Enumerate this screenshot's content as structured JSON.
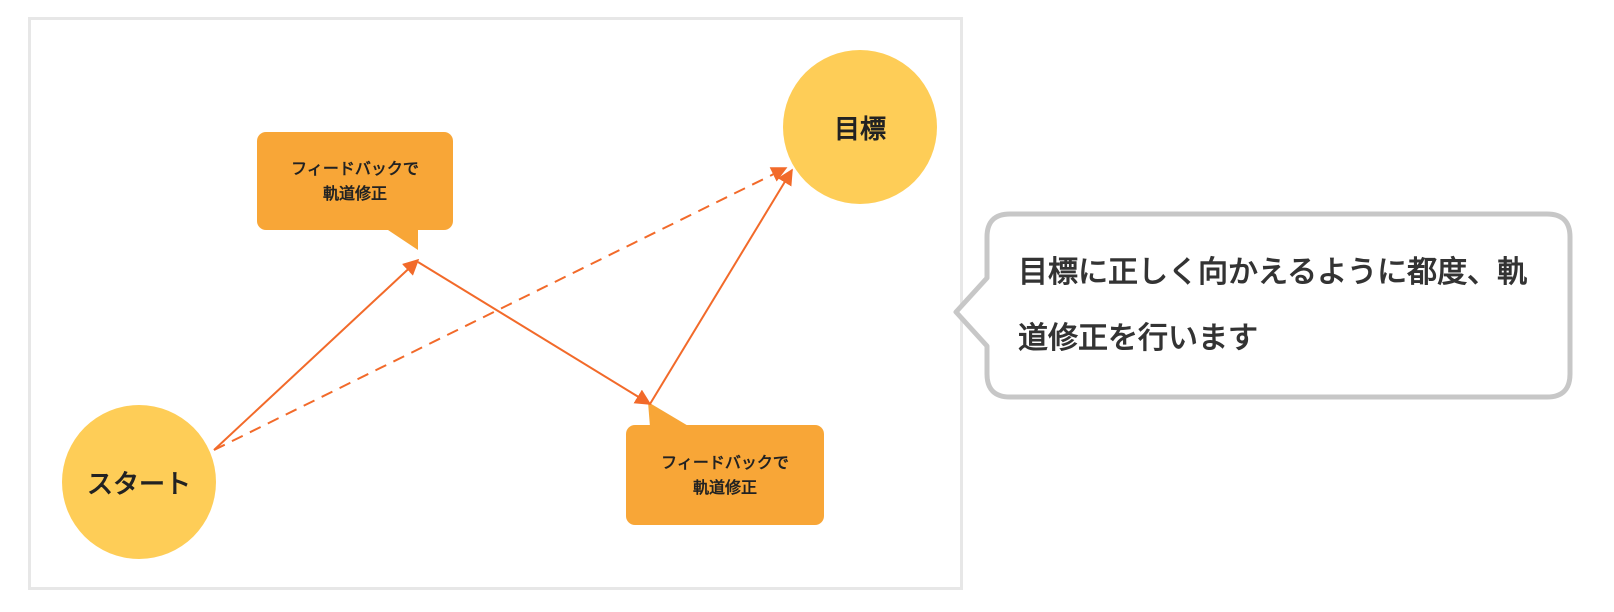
{
  "diagram": {
    "start_label": "スタート",
    "goal_label": "目標",
    "feedback_label_line1": "フィードバックで",
    "feedback_label_line2": "軌道修正"
  },
  "note": {
    "text": "目標に正しく向かえるように都度、軌道修正を行います"
  },
  "colors": {
    "node": "#fecd57",
    "callout": "#f8a637",
    "arrow": "#f26a2a",
    "frame_border": "#e7e7e7",
    "note_border": "#c7c7c7"
  }
}
